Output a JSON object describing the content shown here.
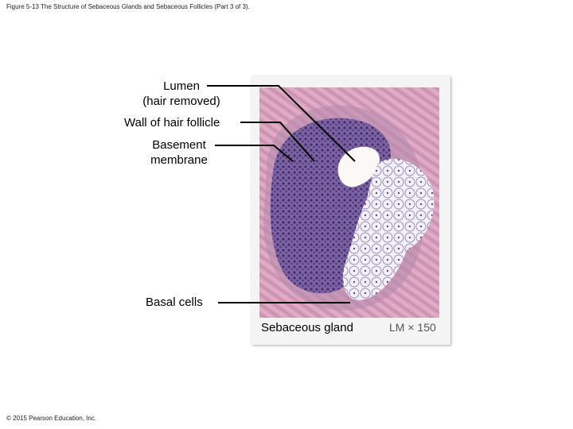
{
  "figure": {
    "caption": "Figure 5-13 The Structure of Sebaceous Glands and Sebaceous Follicles (Part 3 of 3).",
    "copyright": "© 2015 Pearson Education, Inc.",
    "magnification": "LM × 150"
  },
  "labels": {
    "lumen_line1": "Lumen",
    "lumen_line2": "(hair removed)",
    "wall": "Wall of hair follicle",
    "basement_line1": "Basement",
    "basement_line2": "membrane",
    "basal": "Basal cells",
    "sebaceous": "Sebaceous gland"
  },
  "colors": {
    "dermis_pink": "#d9a3be",
    "follicle_purple": "#8c6aa6",
    "nuclei": "#4b3a7c",
    "gland_white": "#f3f1f6",
    "lumen": "#fbfbf9"
  }
}
